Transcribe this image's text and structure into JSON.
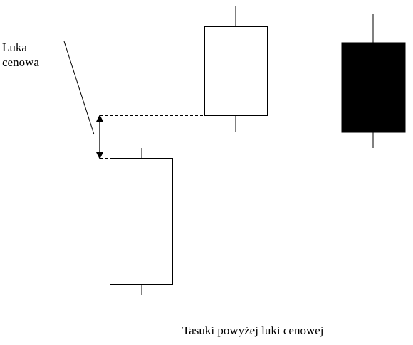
{
  "annotation": {
    "line1": "Luka",
    "line2": "cenowa"
  },
  "caption": "Tasuki powyżej luki cenowej",
  "candles": [
    {
      "name": "first",
      "fill": "#ffffff"
    },
    {
      "name": "second",
      "fill": "#ffffff"
    },
    {
      "name": "third",
      "fill": "#000000"
    }
  ],
  "colors": {
    "stroke": "#000000",
    "background": "#ffffff"
  }
}
